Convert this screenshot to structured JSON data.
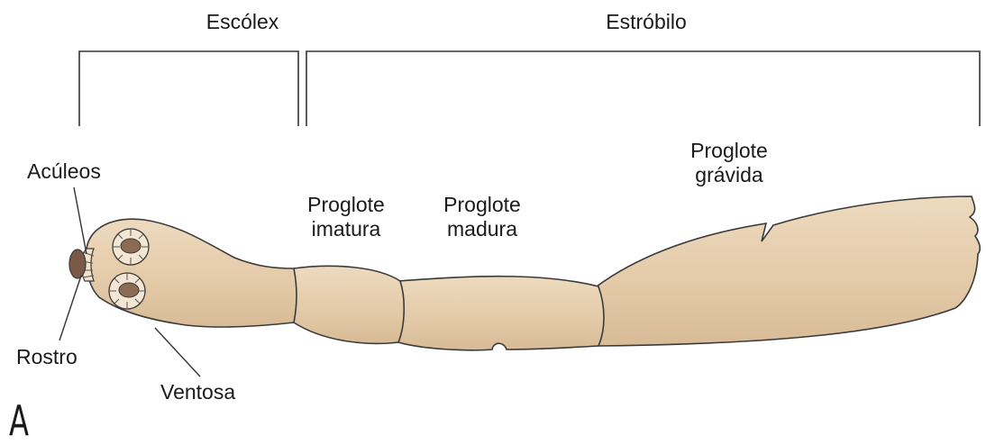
{
  "labels": {
    "scolex": "Escólex",
    "strobila": "Estróbilo",
    "hooks": "Acúleos",
    "rostellum": "Rostro",
    "sucker": "Ventosa",
    "immature_proglottid": "Proglote\nimatura",
    "mature_proglottid": "Proglote\nmadura",
    "gravid_proglottid": "Proglote\ngrávida",
    "panel": "A"
  },
  "colors": {
    "body_fill": "#e6ceb0",
    "body_stroke": "#3a3a3a",
    "sucker_ring": "#f3e6d2",
    "sucker_center": "#8b6b53",
    "rostellum": "#7a5a44",
    "line": "#333333"
  }
}
